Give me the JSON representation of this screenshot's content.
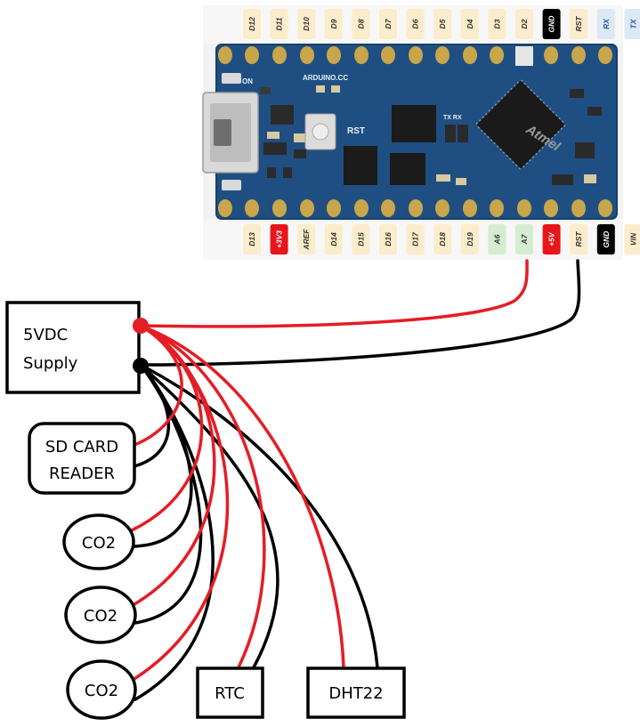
{
  "board": {
    "top_pins": [
      "D12",
      "D11",
      "D10",
      "D9",
      "D8",
      "D7",
      "D6",
      "D5",
      "D4",
      "D3",
      "D2",
      "GND",
      "RST",
      "RX",
      "TX"
    ],
    "bottom_pins": [
      "D13",
      "+3V3",
      "AREF",
      "D14",
      "D15",
      "D16",
      "D17",
      "D18",
      "D19",
      "A6",
      "A7",
      "+5V",
      "RST",
      "GND",
      "VIN"
    ],
    "silk_brand": "ARDUINO.CC",
    "silk_on": "ON",
    "silk_rst": "RST",
    "silk_txrx": "TX RX",
    "chip_brand": "Atmel",
    "colors": {
      "board": "#1f4f82",
      "digital_pin": "#fbeccb",
      "gnd_pin": "#000000",
      "power_pin": "#e8151b",
      "analog_pin": "#d5ecd0",
      "serial_pin": "#dce8f6"
    }
  },
  "supply": {
    "label_line1": "5VDC",
    "label_line2": "Supply"
  },
  "nodes": {
    "sd_line1": "SD CARD",
    "sd_line2": "READER",
    "co2_1": "CO2",
    "co2_2": "CO2",
    "co2_3": "CO2",
    "rtc": "RTC",
    "dht": "DHT22"
  },
  "wire_colors": {
    "positive": "#e51d25",
    "ground": "#000000"
  }
}
